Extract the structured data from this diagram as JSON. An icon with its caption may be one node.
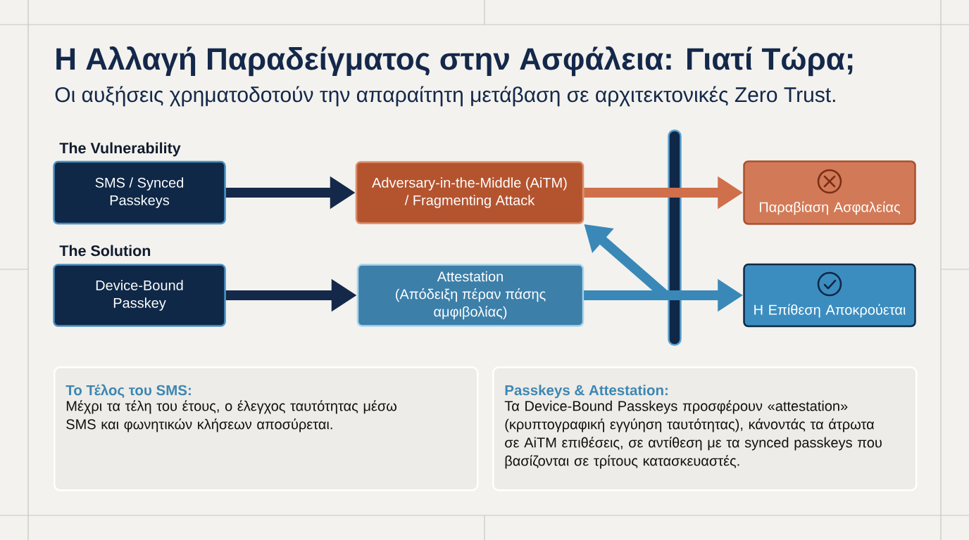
{
  "diagram": {
    "title": "Η Αλλαγή Παραδείγματος στην Ασφάλεια: Γιατί Τώρα;",
    "nodes": [
      {
        "text": [
          "The Vulnerability",
          "SMS / Synced Passkeys"
        ]
      },
      {
        "text": [
          "Adversary-in-the-Middle (AiTM) / Fragmenting Attack"
        ]
      },
      {
        "text": [
          "Παραβίαση Ασφαλείας"
        ]
      },
      {
        "text": [
          "The Solution",
          "Device-Bound Passkey"
        ]
      },
      {
        "text": [
          "Attestation",
          "(Απόδειξη πέραν πάσης αμφιβολίας)"
        ]
      },
      {
        "text": [
          "Η Επίθεση Αποκρούεται"
        ]
      },
      {
        "text": [],
        "shape": "bar"
      },
      {
        "text": [
          "Το Τέλος του SMS:",
          "Μέχρι τα τέλη του έτους, ο έλεγχος ταυτότητας μέσω SMS και φωνητικών κλήσεων αποσύρεται."
        ]
      },
      {
        "text": [
          "Passkeys & Attestation:",
          "Τα Device-Bound Passkeys προσφέρουν «attestation» (κρυπτογραφική εγγύηση ταυτότητας), κάνοντάς τα άτρωτα σε AiTM επιθέσεις, σε αντίθεση με τα synced passkeys που βασίζονται σε τρίτους κατασκευαστές."
        ]
      }
    ],
    "edges": [
      {
        "from": 0,
        "to": 1,
        "arrow": "to",
        "color": "#14284a"
      },
      {
        "from": 1,
        "to": 2,
        "arrow": "to",
        "color": "#cf6f4b"
      },
      {
        "from": 3,
        "to": 4,
        "arrow": "to",
        "color": "#14284a"
      },
      {
        "from": 4,
        "to": 5,
        "arrow": "to",
        "color": "#3a88b8"
      },
      {
        "from": 4,
        "to": 1,
        "arrow": "to",
        "color": "#3a88b8"
      }
    ],
    "labels": [
      "Οι αυξήσεις χρηματοδοτούν την απαραίτητη μετάβαση σε αρχιτεκτονικές Zero Trust."
    ]
  }
}
